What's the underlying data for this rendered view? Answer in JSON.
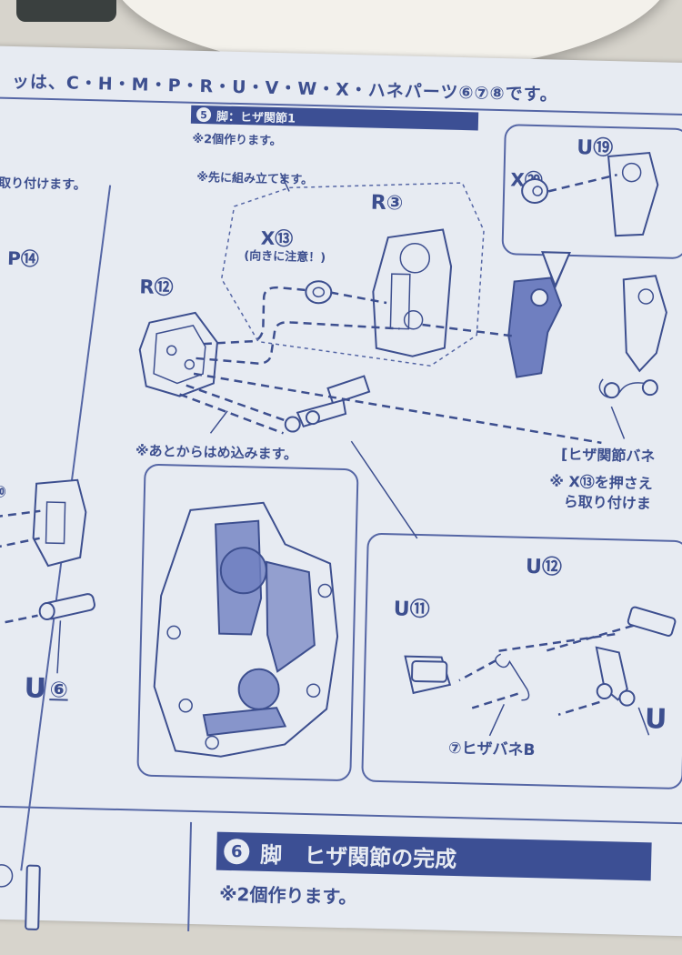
{
  "header_strip": "ッは、C・H・M・P・R・U・V・W・X・ハネパーツ⑥⑦⑧です。",
  "section5": {
    "number": "5",
    "title": "脚：ヒザ関節1",
    "note_make2": "※2個作ります。",
    "note_assemble_first": "※先に組み立てます。",
    "note_press_in_later": "※あとからはめ込みます。"
  },
  "left_column": {
    "note_partial": "取り付けます。",
    "part_p": "P⑭",
    "part_ref_10": "⑩",
    "part_u6_letter": "U",
    "part_u6_num": "⑥"
  },
  "parts": {
    "r12": "R⑫",
    "r3": "R③",
    "x13": "X⑬",
    "x13_note": "(向きに注意！)",
    "x29": "X㉙",
    "u19": "U⑲",
    "u12": "U⑫",
    "u11": "U⑪",
    "u_cut": "U",
    "spring_b": "⑦ヒザバネB"
  },
  "right_notes": {
    "knee_spring": "[ヒザ関節バネ",
    "press_x13_line1": "※ X⑬を押さえ",
    "press_x13_line2": "ら取り付けま"
  },
  "section6": {
    "number": "6",
    "title": "脚　ヒザ関節の完成",
    "note_make2": "※2個作ります。"
  }
}
